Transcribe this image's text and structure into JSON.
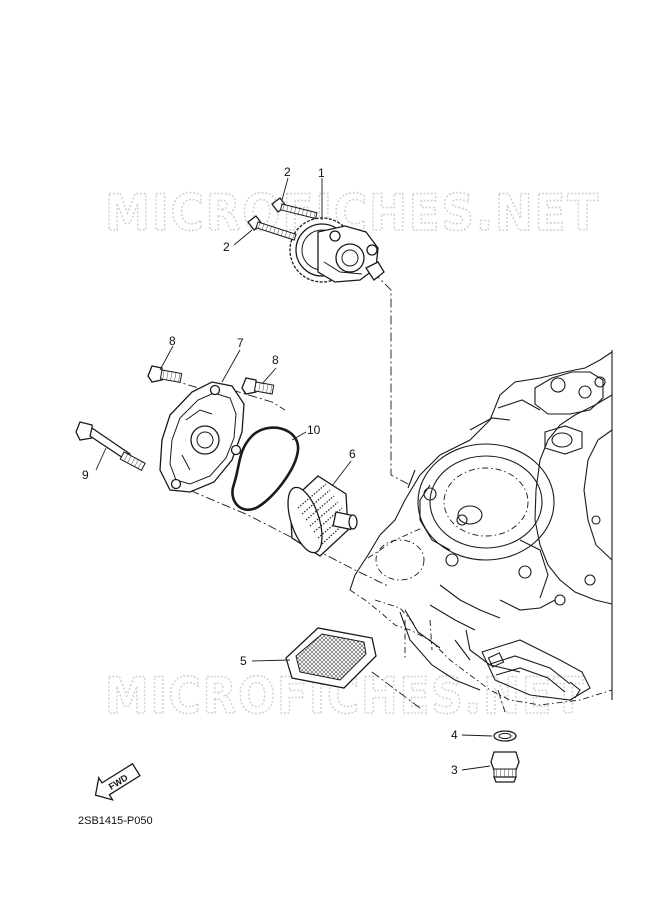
{
  "watermark": {
    "text": "MICROFICHES.NET"
  },
  "callouts": [
    {
      "id": "c1",
      "label": "1"
    },
    {
      "id": "c2a",
      "label": "2"
    },
    {
      "id": "c2b",
      "label": "2"
    },
    {
      "id": "c3",
      "label": "3"
    },
    {
      "id": "c4",
      "label": "4"
    },
    {
      "id": "c5",
      "label": "5"
    },
    {
      "id": "c6",
      "label": "6"
    },
    {
      "id": "c7",
      "label": "7"
    },
    {
      "id": "c8a",
      "label": "8"
    },
    {
      "id": "c8b",
      "label": "8"
    },
    {
      "id": "c9",
      "label": "9"
    },
    {
      "id": "c10",
      "label": "10"
    }
  ],
  "fwd_label": "FWD",
  "diagram_code": "2SB1415-P050"
}
